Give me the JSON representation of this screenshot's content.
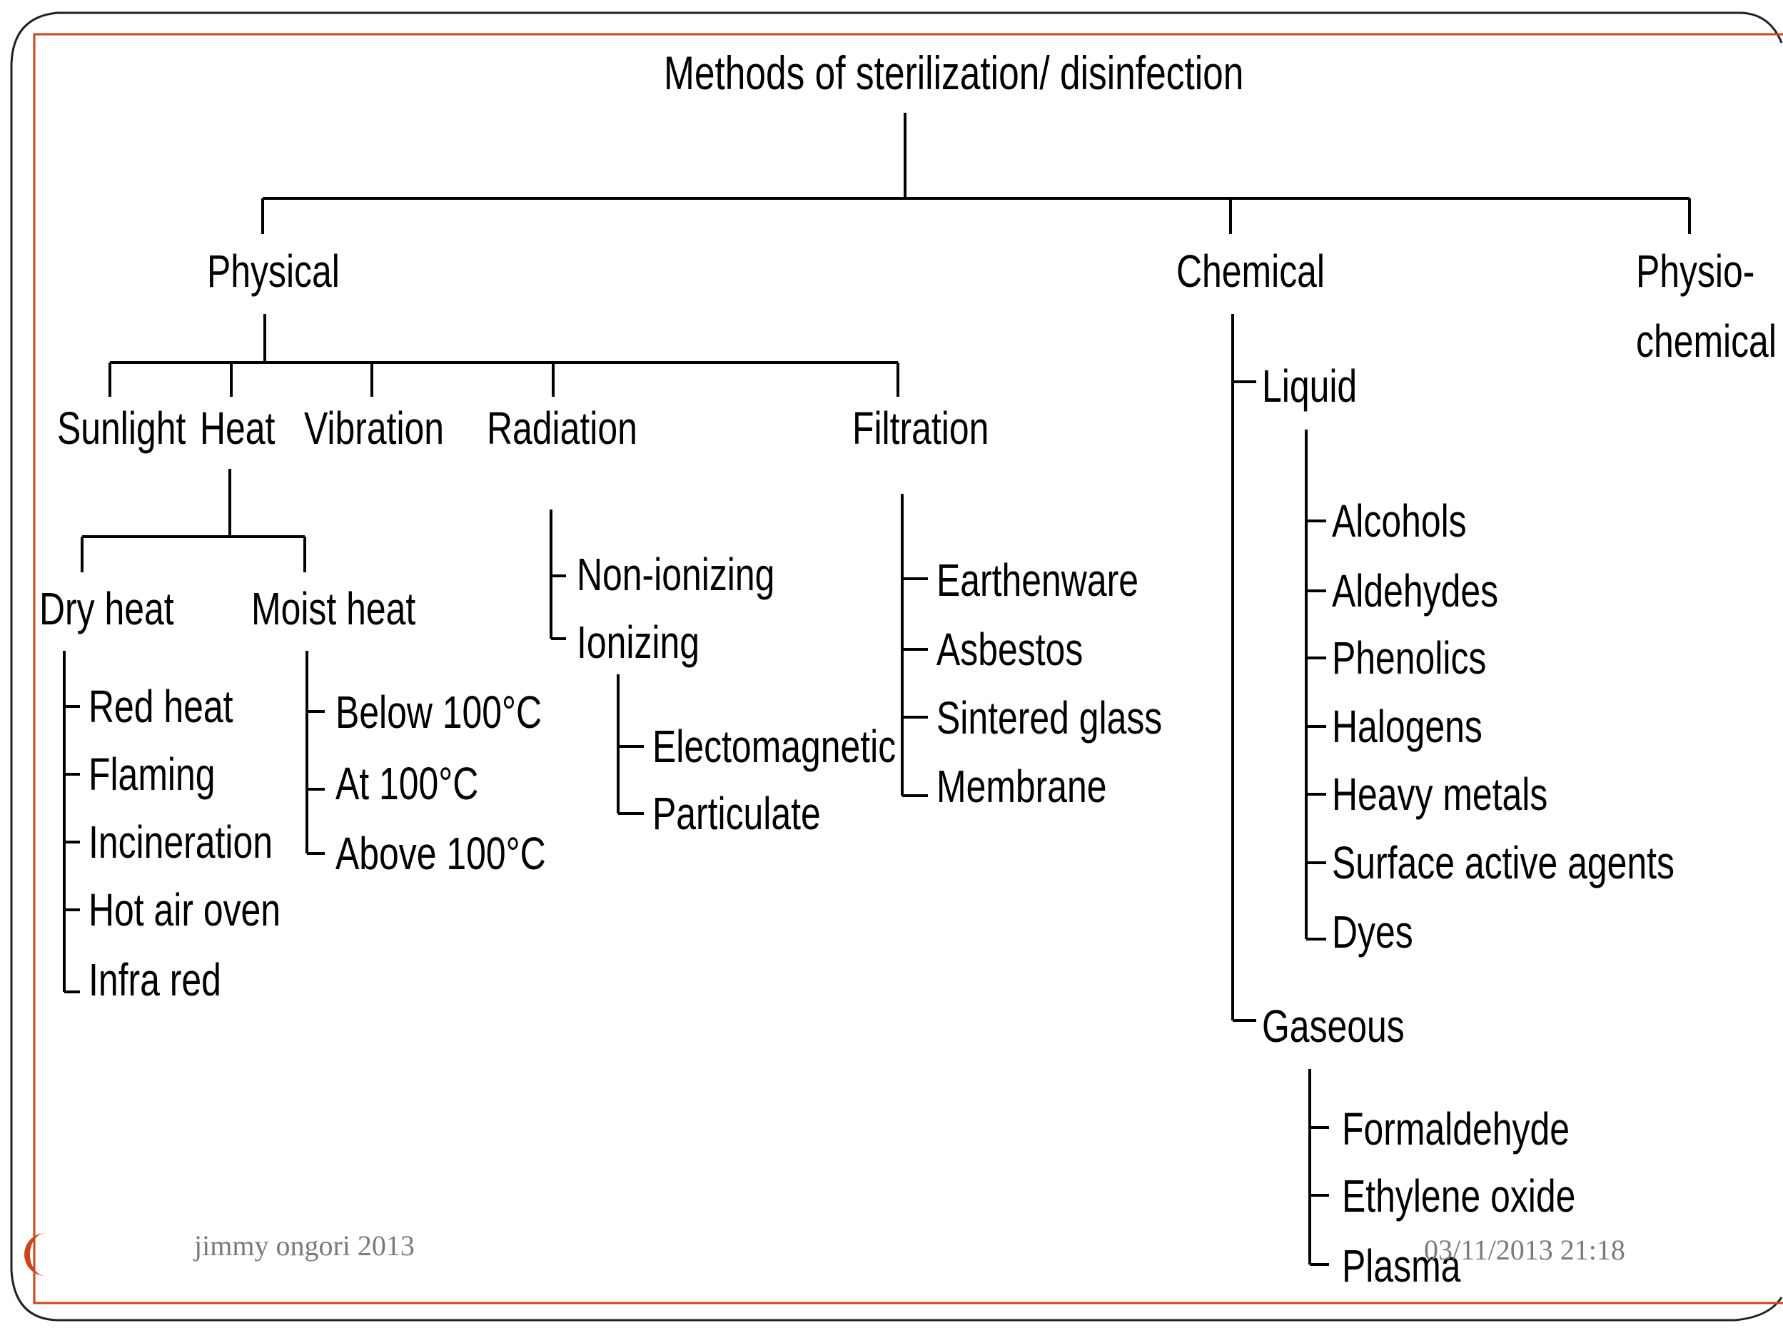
{
  "colors": {
    "accent": "#c8461d",
    "frame": "#222222",
    "text": "#000000",
    "footer_text": "#7a7a7a"
  },
  "diagram": {
    "title": "Methods of sterilization/ disinfection",
    "physical": {
      "label": "Physical",
      "sunlight": "Sunlight",
      "heat": {
        "label": "Heat",
        "dry_heat": {
          "label": "Dry heat",
          "items": [
            "Red heat",
            "Flaming",
            "Incineration",
            "Hot air oven",
            "Infra red"
          ]
        },
        "moist_heat": {
          "label": "Moist heat",
          "items": [
            "Below 100°C",
            "At 100°C",
            "Above 100°C"
          ]
        }
      },
      "vibration": "Vibration",
      "radiation": {
        "label": "Radiation",
        "non_ionizing": "Non-ionizing",
        "ionizing": {
          "label": "Ionizing",
          "items": [
            "Electomagnetic",
            "Particulate"
          ]
        }
      },
      "filtration": {
        "label": "Filtration",
        "items": [
          "Earthenware",
          "Asbestos",
          "Sintered glass",
          "Membrane"
        ]
      }
    },
    "chemical": {
      "label": "Chemical",
      "liquid": {
        "label": "Liquid",
        "items": [
          "Alcohols",
          "Aldehydes",
          "Phenolics",
          "Halogens",
          "Heavy metals",
          "Surface active agents",
          "Dyes"
        ]
      },
      "gaseous": {
        "label": "Gaseous",
        "items": [
          "Formaldehyde",
          "Ethylene oxide",
          "Plasma"
        ]
      }
    },
    "physio_chemical": {
      "line1": "Physio-",
      "line2": "chemical"
    }
  },
  "footer": {
    "author": "jimmy ongori 2013",
    "date": "03/11/2013 21:18"
  }
}
